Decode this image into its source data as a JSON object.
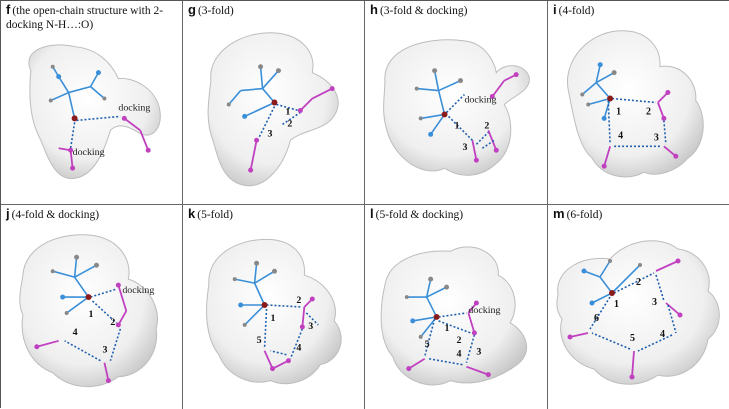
{
  "panels": [
    {
      "letter": "f",
      "caption": "(the open-chain structure with 2-docking N-H…:O)",
      "labels": [
        "docking",
        "docking"
      ]
    },
    {
      "letter": "g",
      "caption": "(3-fold)",
      "labels": [
        "1",
        "2",
        "3"
      ]
    },
    {
      "letter": "h",
      "caption": "(3-fold & docking)",
      "labels": [
        "docking",
        "1",
        "2",
        "3"
      ]
    },
    {
      "letter": "i",
      "caption": "(4-fold)",
      "labels": [
        "1",
        "2",
        "3",
        "4"
      ]
    },
    {
      "letter": "j",
      "caption": "(4-fold & docking)",
      "labels": [
        "docking",
        "1",
        "2",
        "3",
        "4"
      ]
    },
    {
      "letter": "k",
      "caption": "(5-fold)",
      "labels": [
        "1",
        "2",
        "3",
        "4",
        "5"
      ]
    },
    {
      "letter": "l",
      "caption": "(5-fold & docking)",
      "labels": [
        "docking",
        "1",
        "2",
        "3",
        "4",
        "5"
      ]
    },
    {
      "letter": "m",
      "caption": "(6-fold)",
      "labels": [
        "1",
        "2",
        "3",
        "4",
        "5",
        "6"
      ]
    }
  ],
  "colors": {
    "surface": "#d9d9d9",
    "core": "#3a8fd8",
    "branch": "#c040c0",
    "bond": "#1e5fb0",
    "center": "#8b1a1a"
  }
}
